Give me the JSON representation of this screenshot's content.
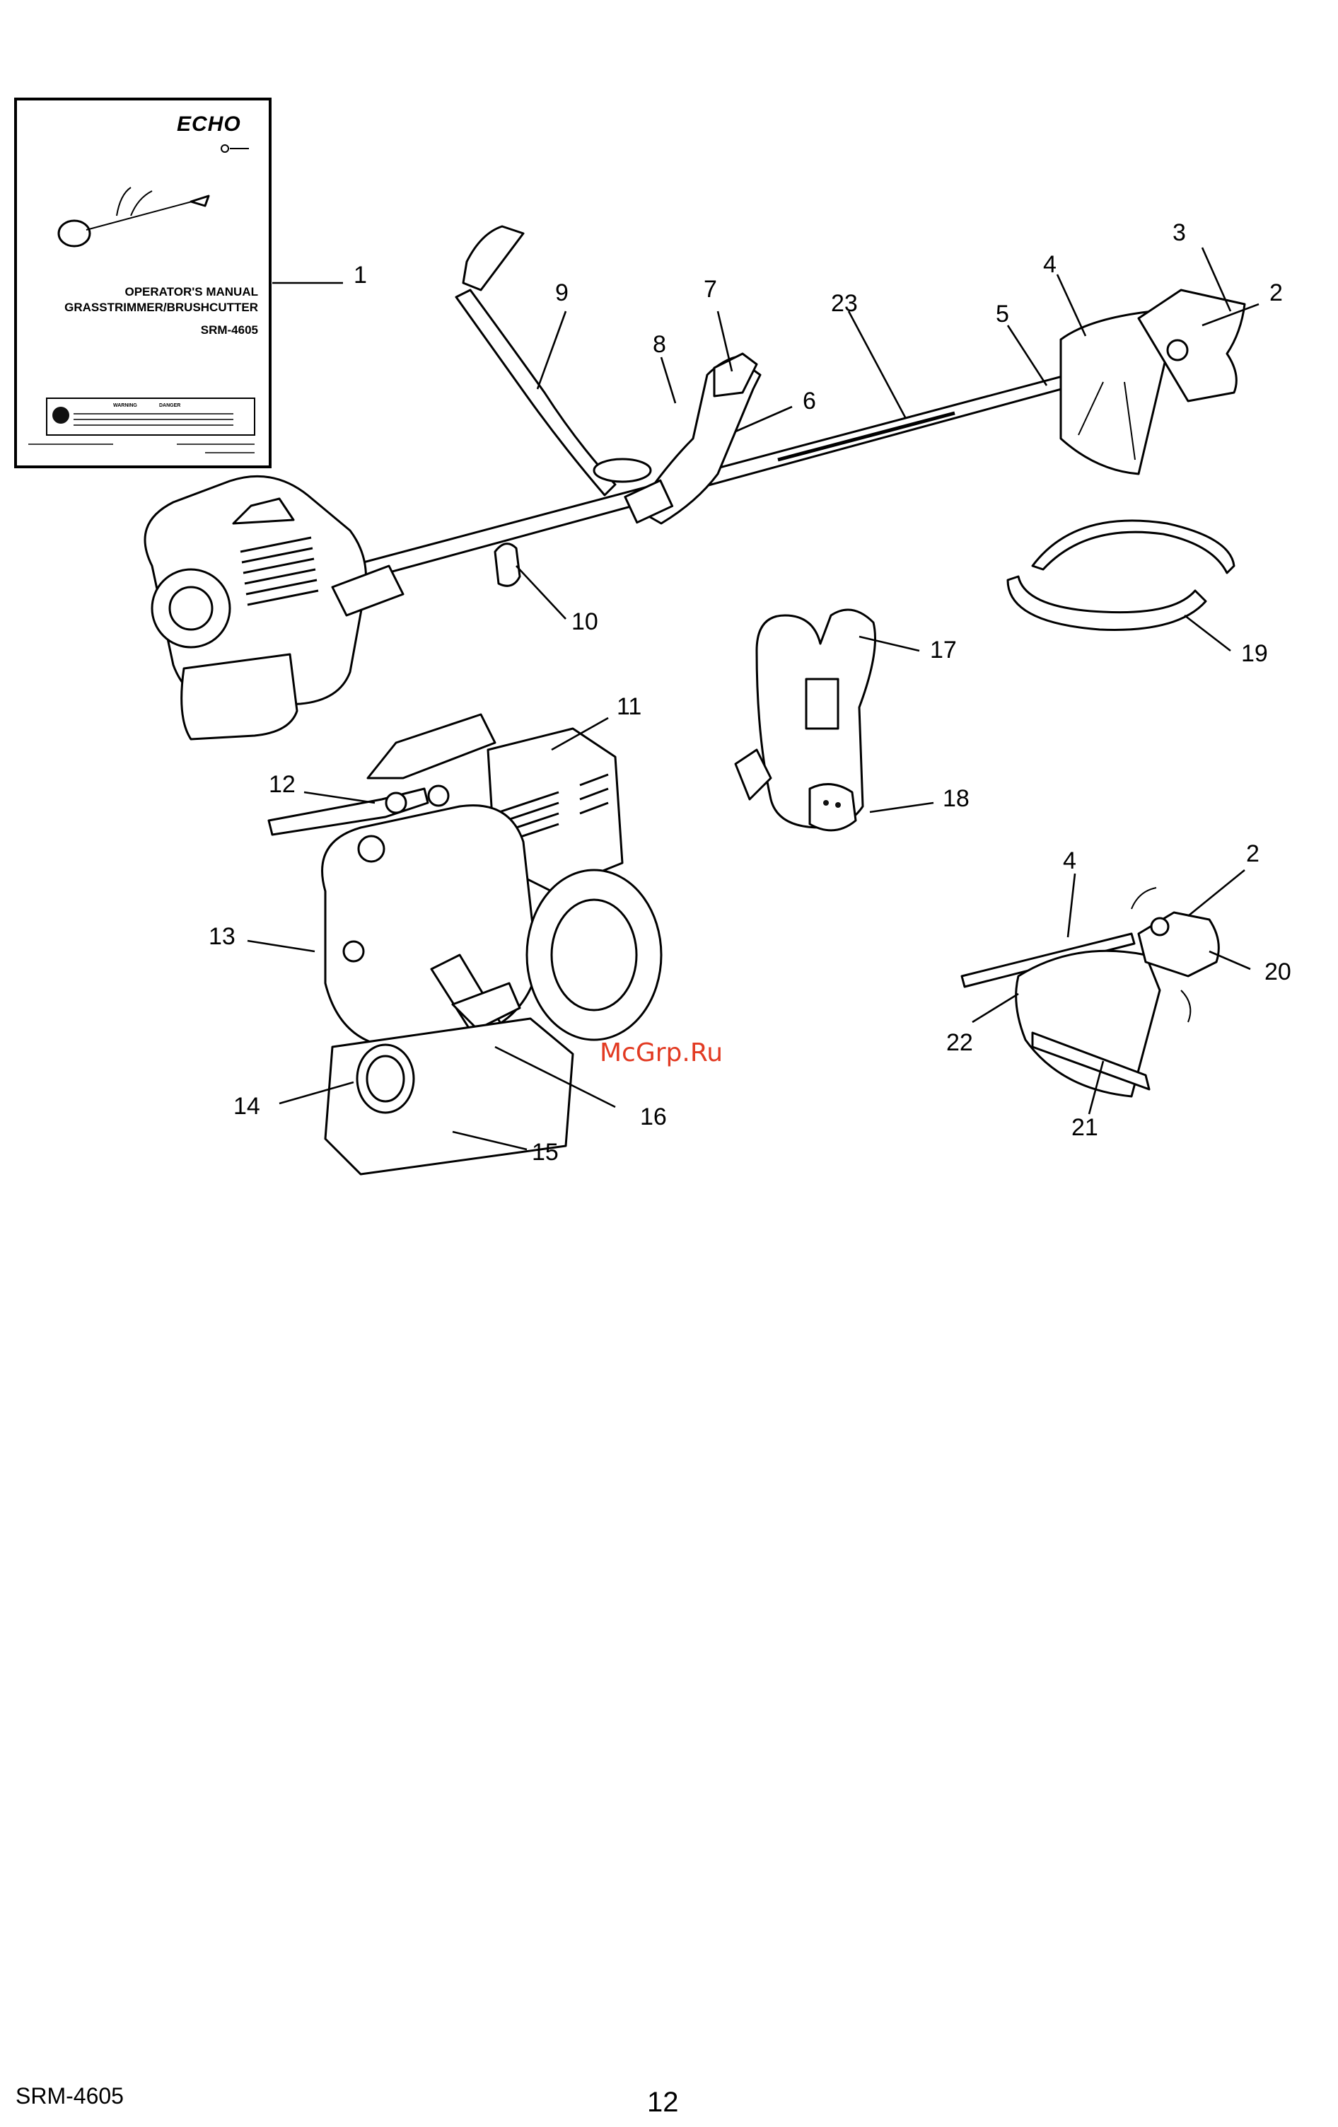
{
  "cover": {
    "brand": "ECHO",
    "title_line1": "OPERATOR'S MANUAL",
    "title_line2": "GRASSTRIMMER/BRUSHCUTTER",
    "model": "SRM-4605",
    "warning_label": "WARNING",
    "danger_label": "DANGER"
  },
  "callouts": [
    "1",
    "2",
    "3",
    "4",
    "5",
    "6",
    "7",
    "8",
    "9",
    "10",
    "11",
    "12",
    "13",
    "14",
    "15",
    "16",
    "17",
    "18",
    "19",
    "20",
    "21",
    "22",
    "23",
    "4",
    "2"
  ],
  "watermark": "McGrp.Ru",
  "footer": {
    "model": "SRM-4605",
    "page": "12"
  }
}
